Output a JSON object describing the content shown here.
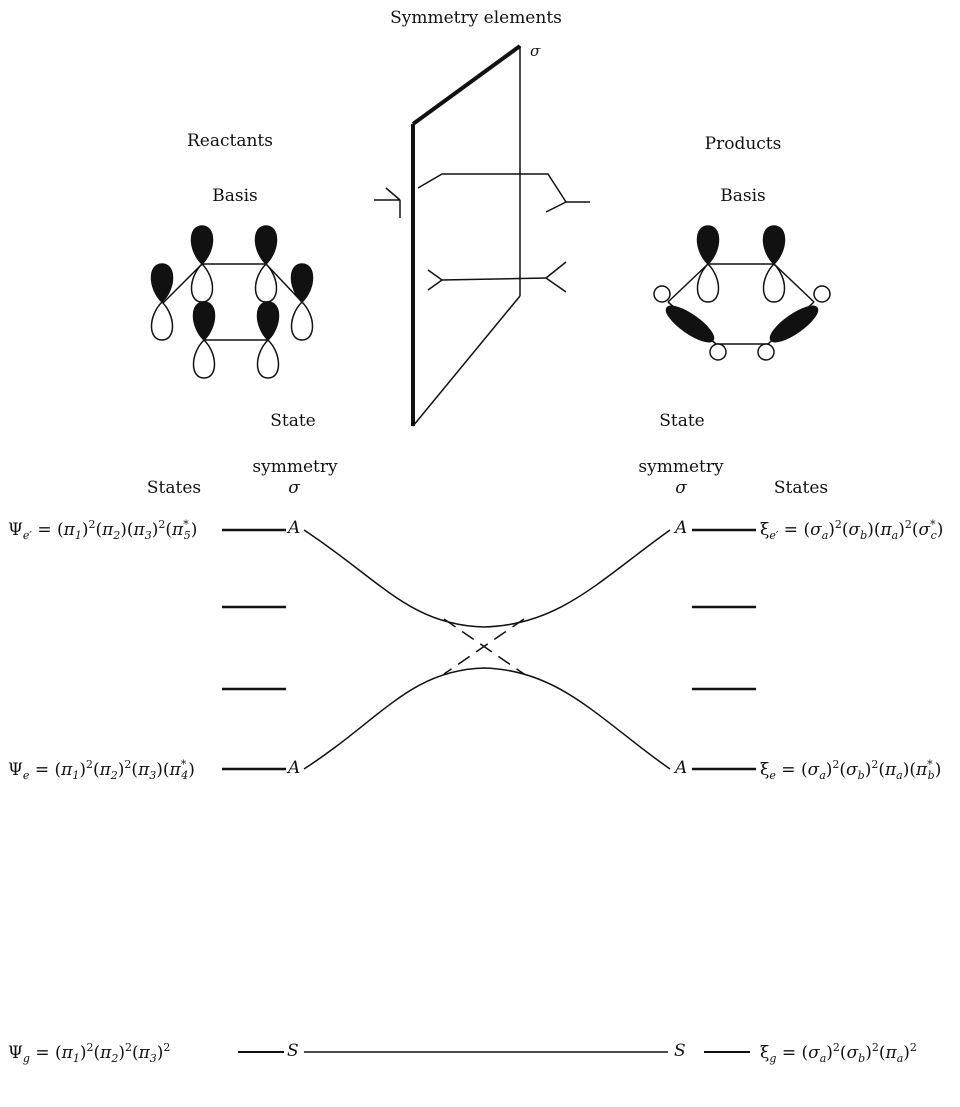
{
  "labels": {
    "symmetry_elements": "Symmetry elements",
    "sigma": "σ",
    "reactants": "Reactants",
    "products": "Products",
    "basis_left": "Basis",
    "basis_right": "Basis",
    "state_left": "State",
    "state_right": "State",
    "symmetry_left": "symmetry",
    "symmetry_right": "symmetry",
    "sigma_col_left": "σ",
    "sigma_col_right": "σ",
    "states_left": "States",
    "states_right": "States"
  },
  "levels": {
    "left_top_sym": "A",
    "left_mid_sym": "A",
    "left_ground_sym": "S",
    "right_top_sym": "A",
    "right_mid_sym": "A",
    "right_ground_sym": "S"
  },
  "equations": {
    "psi_e_prime": "Ψe′ = (π1)2(π2)(π3)2(π5*)",
    "psi_e": "Ψe = (π1)2(π2)2(π3)(π4*)",
    "psi_g": "Ψg = (π1)2(π2)2(π3)2",
    "xi_e_prime": "ξe′ = (σa)2(σb)(πa)2(σc*)",
    "xi_e": "ξe = (σa)2(σb)2(πa)(πb*)",
    "xi_g": "ξg = (σa)2(σb)2(πa)2"
  }
}
